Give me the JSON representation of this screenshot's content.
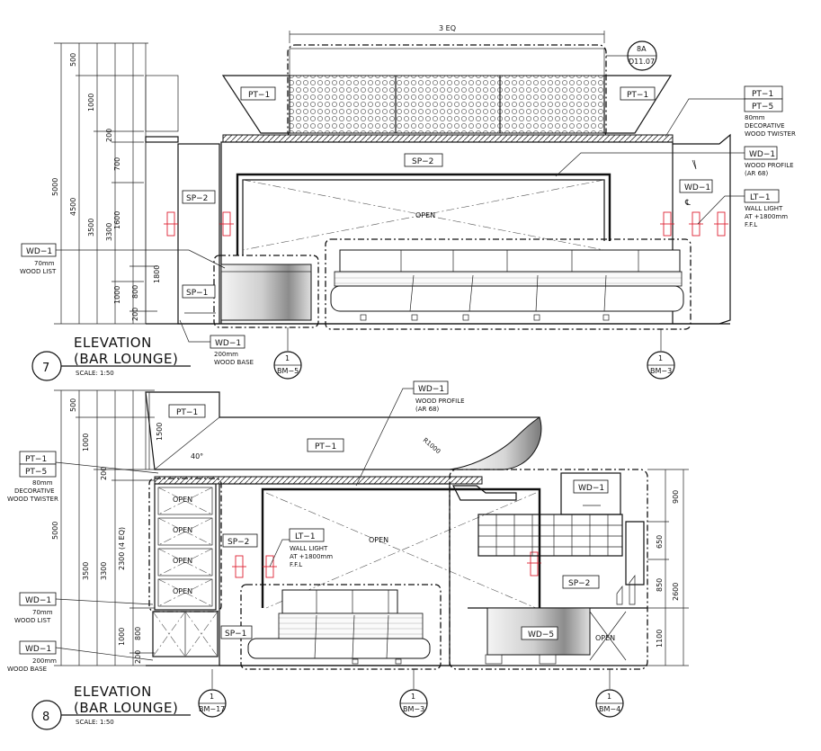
{
  "elevation_7": {
    "number": "7",
    "title_line1": "ELEVATION",
    "title_line2": "(BAR LOUNGE)",
    "scale": "SCALE: 1:50",
    "top_dimension": "3 EQ",
    "vertical_dims": {
      "outer": "5000",
      "second": "4500",
      "third": [
        "3500",
        "3300"
      ],
      "fourth": [
        "500",
        "1000",
        "200",
        "700",
        "1600",
        "1800",
        "1000",
        "800",
        "200"
      ]
    },
    "tags": {
      "pt1_left": "PT−1",
      "pt1_right": "PT−1",
      "sp2_top": "SP−2",
      "sp2_side": "SP−2",
      "sp1": "SP−1",
      "wd1_right": "WD−1",
      "open": "OPEN"
    },
    "detail_ref": {
      "top": "8A",
      "bottom": "D11.07"
    },
    "callouts": [
      {
        "tags": [
          "PT−1",
          "PT−5"
        ],
        "note": [
          "80mm",
          "DECORATIVE",
          "WOOD TWISTER"
        ]
      },
      {
        "tags": [
          "WD−1"
        ],
        "note": [
          "WOOD PROFILE",
          "(AR 68)"
        ]
      },
      {
        "tags": [
          "LT−1"
        ],
        "note": [
          "WALL LIGHT",
          "AT +1800mm",
          "F.F.L"
        ]
      },
      {
        "tags": [
          "WD−1"
        ],
        "note": [
          "70mm",
          "WOOD LIST"
        ]
      },
      {
        "tags": [
          "WD−1"
        ],
        "note": [
          "200mm",
          "WOOD BASE"
        ]
      }
    ],
    "centerline": "℄",
    "section_refs": [
      {
        "top": "1",
        "bottom": "BM−5"
      },
      {
        "top": "1",
        "bottom": "BM−3"
      }
    ]
  },
  "elevation_8": {
    "number": "8",
    "title_line1": "ELEVATION",
    "title_line2": "(BAR LOUNGE)",
    "scale": "SCALE: 1:50",
    "vertical_dims_left": {
      "outer": "5000",
      "second": [
        "500",
        "1000",
        "3500"
      ],
      "third": [
        "200",
        "3300"
      ],
      "fourth": [
        "1500",
        "2300 (4 EQ)",
        "1000",
        "800",
        "200"
      ]
    },
    "vertical_dims_right": [
      "900",
      "650",
      "850",
      "2600",
      "1100"
    ],
    "angle": "40°",
    "radius": "R1000",
    "tags": {
      "pt1_top": "PT−1",
      "pt1_big": "PT−1",
      "sp2_left": "SP−2",
      "sp2_right": "SP−2",
      "sp1": "SP−1",
      "wd1_bar": "WD−1",
      "wd5": "WD−5",
      "open_center": "OPEN",
      "open_right": "OPEN"
    },
    "shelf_labels": [
      "OPEN",
      "OPEN",
      "OPEN",
      "OPEN"
    ],
    "callouts": [
      {
        "tags": [
          "WD−1"
        ],
        "note": [
          "WOOD PROFILE",
          "(AR 68)"
        ]
      },
      {
        "tags": [
          "PT−1",
          "PT−5"
        ],
        "note": [
          "80mm",
          "DECORATIVE",
          "WOOD TWISTER"
        ]
      },
      {
        "tags": [
          "LT−1"
        ],
        "note": [
          "WALL LIGHT",
          "AT +1800mm",
          "F.F.L"
        ]
      },
      {
        "tags": [
          "WD−1"
        ],
        "note": [
          "70mm",
          "WOOD LIST"
        ]
      },
      {
        "tags": [
          "WD−1"
        ],
        "note": [
          "200mm",
          "WOOD BASE"
        ]
      }
    ],
    "section_refs": [
      {
        "top": "1",
        "bottom": "BM−17"
      },
      {
        "top": "1",
        "bottom": "BM−3"
      },
      {
        "top": "1",
        "bottom": "BM−4"
      }
    ]
  }
}
